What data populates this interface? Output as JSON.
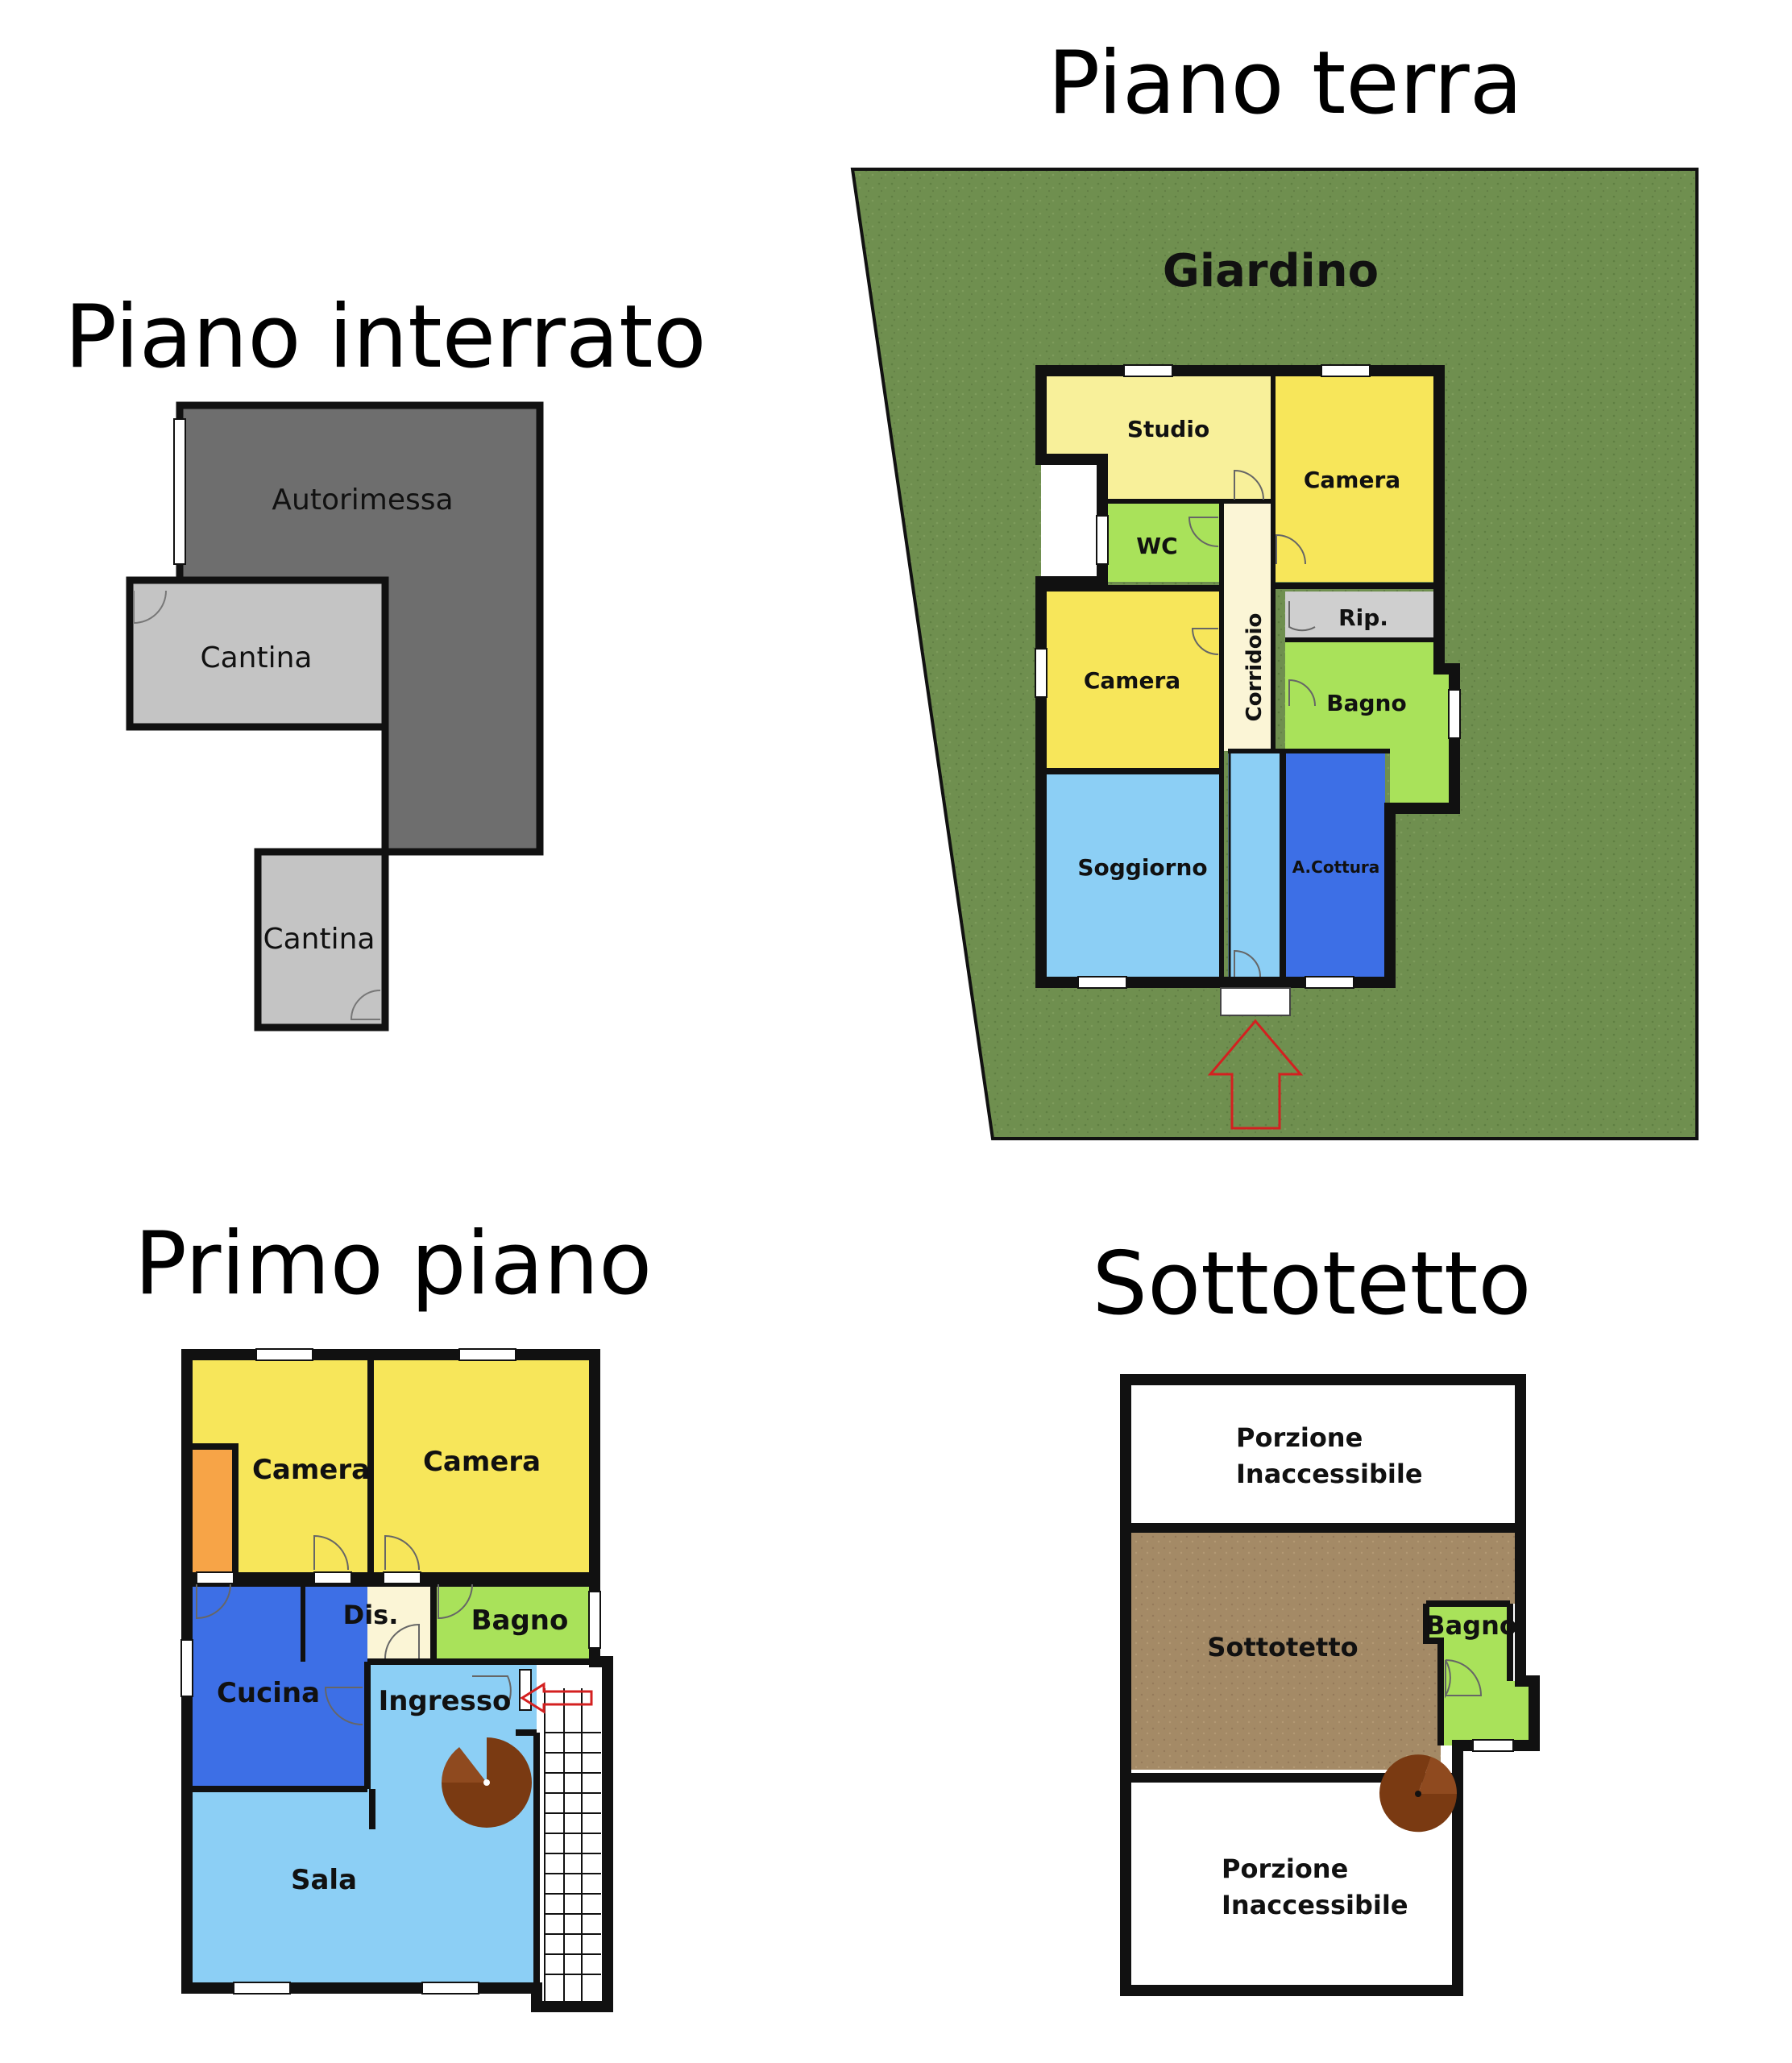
{
  "floors": {
    "interrato": {
      "title": "Piano interrato",
      "rooms": {
        "autorimessa": "Autorimessa",
        "cantina_1": "Cantina",
        "cantina_2": "Cantina"
      }
    },
    "terra": {
      "title": "Piano terra",
      "rooms": {
        "giardino": "Giardino",
        "studio": "Studio",
        "camera_1": "Camera",
        "wc": "WC",
        "rip": "Rip.",
        "camera_2": "Camera",
        "corridoio": "Corridoio",
        "bagno": "Bagno",
        "soggiorno": "Soggiorno",
        "cottura": "A.Cottura"
      }
    },
    "primo": {
      "title": "Primo piano",
      "rooms": {
        "camera_1": "Camera",
        "camera_2": "Camera",
        "dis": "Dis.",
        "bagno": "Bagno",
        "cucina": "Cucina",
        "ingresso": "Ingresso",
        "sala": "Sala"
      }
    },
    "sottotetto": {
      "title": "Sottotetto",
      "rooms": {
        "porzione_top_1": "Porzione",
        "porzione_top_2": "Inaccessibile",
        "sottotetto": "Sottotetto",
        "bagno": "Bagno",
        "porzione_bottom_1": "Porzione",
        "porzione_bottom_2": "Inaccessibile"
      }
    }
  },
  "colors": {
    "wall": "#111111",
    "garage": "#6e6e6e",
    "cellar": "#c4c4c4",
    "garden": "#6f8f4f",
    "yellow": "#f7e65a",
    "light_yellow": "#f8f09a",
    "green": "#a9e25a",
    "grey": "#cfcfcf",
    "corridor": "#fbf5d6",
    "light_blue": "#8ccff5",
    "blue": "#3d6fe6",
    "orange": "#f7a447",
    "attic": "#a48a66",
    "stair": "#7a3a12",
    "arrow": "#d42020"
  }
}
